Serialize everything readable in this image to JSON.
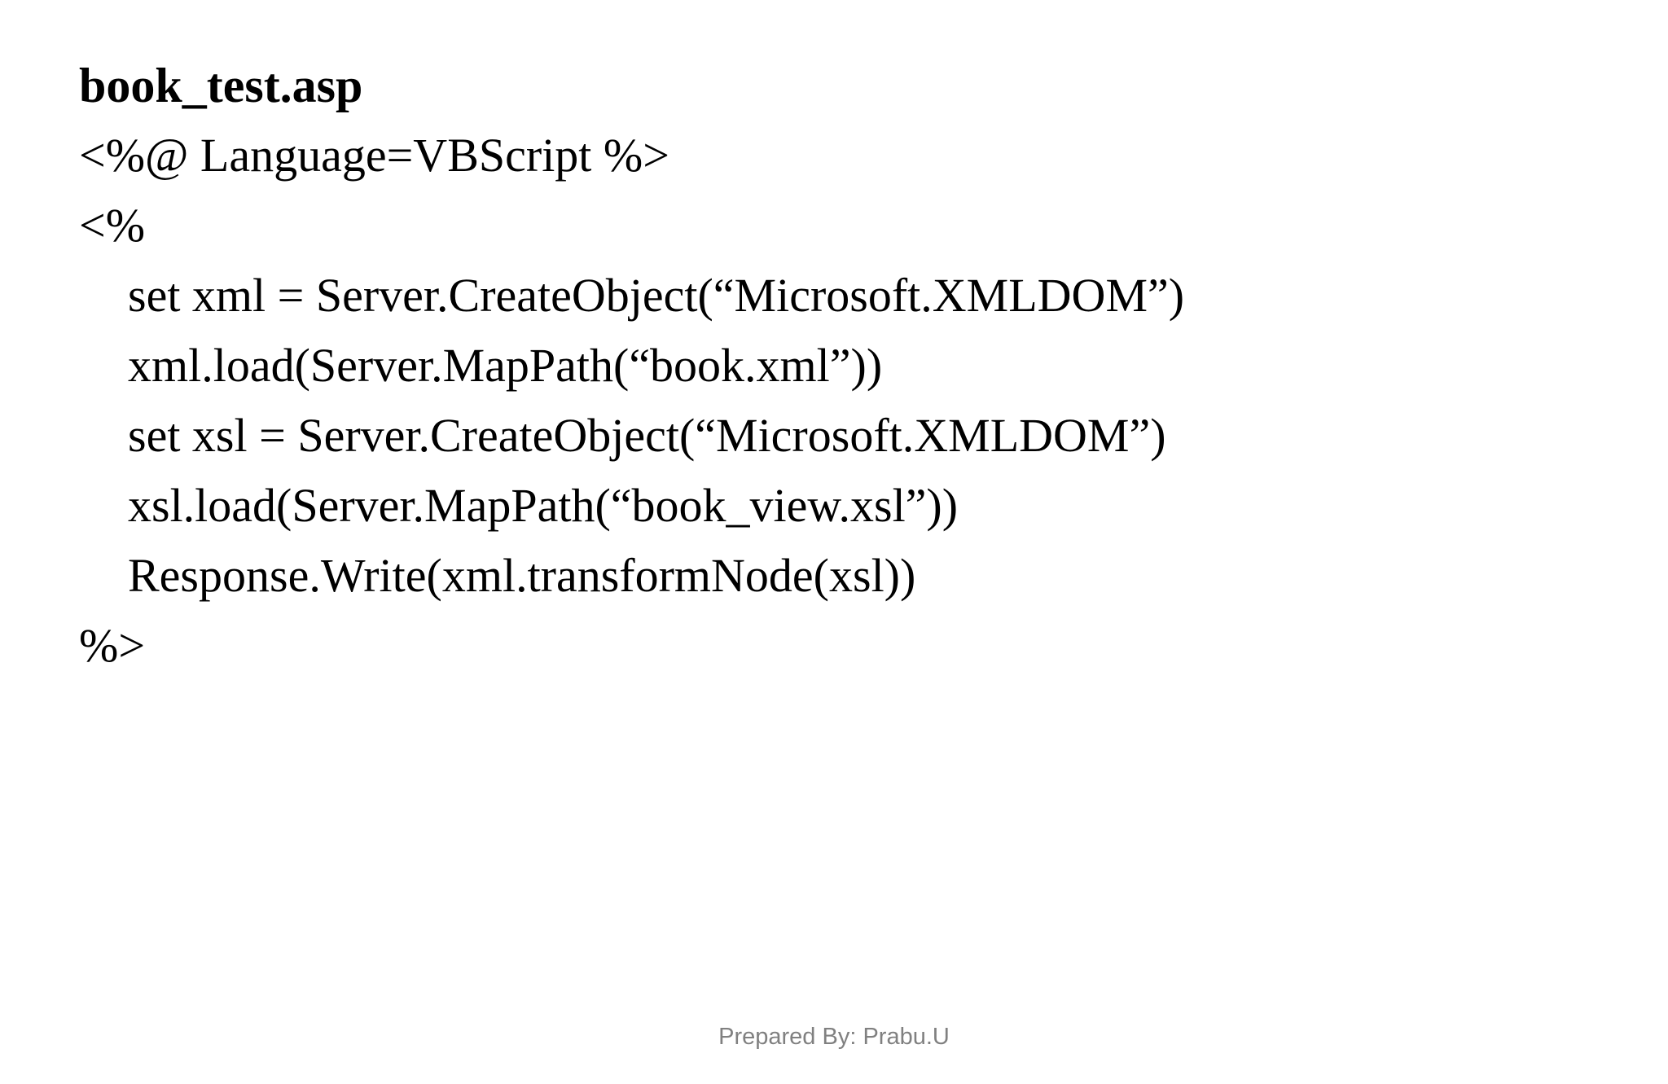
{
  "slide": {
    "title": "book_test.asp",
    "lines": [
      "<%@ Language=VBScript %>",
      "<%",
      "set xml = Server.CreateObject(“Microsoft.XMLDOM”)",
      "xml.load(Server.MapPath(“book.xml”))",
      "set xsl = Server.CreateObject(“Microsoft.XMLDOM”)",
      "xsl.load(Server.MapPath(“book_view.xsl”))",
      "Response.Write(xml.transformNode(xsl))",
      "%>"
    ],
    "footer": "Prepared By: Prabu.U"
  }
}
